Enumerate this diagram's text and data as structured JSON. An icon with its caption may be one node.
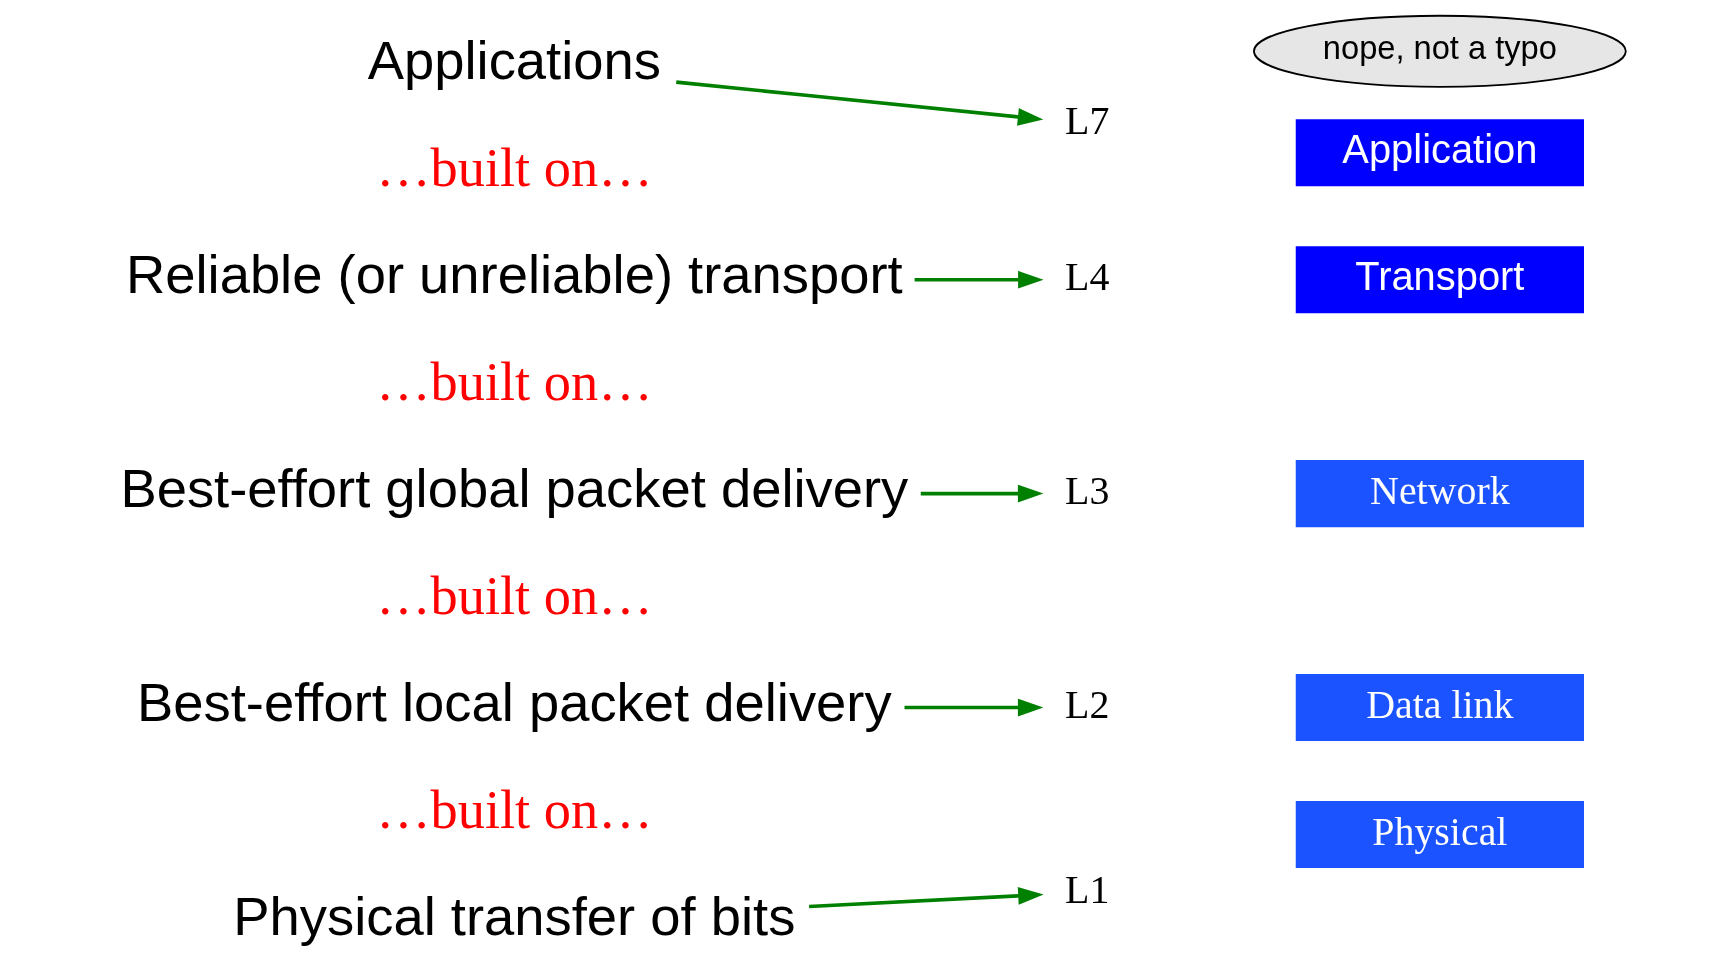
{
  "diagram": {
    "nodes": [
      {
        "text": [
          "Applications"
        ]
      },
      {
        "text": [
          "Reliable (or unreliable) transport"
        ]
      },
      {
        "text": [
          "Best-effort global packet delivery"
        ]
      },
      {
        "text": [
          "Best-effort local packet delivery"
        ]
      },
      {
        "text": [
          "Physical transfer of bits"
        ]
      },
      {
        "text": [
          "L7"
        ]
      },
      {
        "text": [
          "L4"
        ]
      },
      {
        "text": [
          "L3"
        ]
      },
      {
        "text": [
          "L2"
        ]
      },
      {
        "text": [
          "L1"
        ]
      },
      {
        "text": [
          "Application"
        ]
      },
      {
        "text": [
          "Transport"
        ]
      },
      {
        "text": [
          "Network"
        ]
      },
      {
        "text": [
          "Data link"
        ]
      },
      {
        "text": [
          "Physical"
        ]
      },
      {
        "text": [
          "nope, not a typo"
        ]
      }
    ],
    "edges": [
      {
        "from": 0,
        "to": 5,
        "arrow": "to"
      },
      {
        "from": 1,
        "to": 6,
        "arrow": "to"
      },
      {
        "from": 2,
        "to": 7,
        "arrow": "to"
      },
      {
        "from": 3,
        "to": 8,
        "arrow": "to"
      },
      {
        "from": 4,
        "to": 9,
        "arrow": "to"
      }
    ],
    "labels": [
      "…built on…",
      "…built on…",
      "…built on…",
      "…built on…"
    ]
  }
}
